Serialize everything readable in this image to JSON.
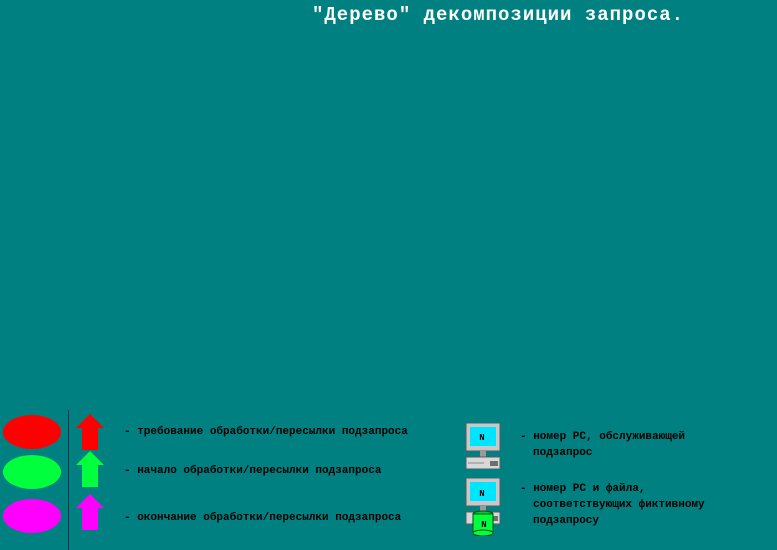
{
  "title": "\"Дерево\" декомпозиции запроса.",
  "legend": {
    "items": [
      {
        "text": "- требование обработки/пересылки подзапроса",
        "color": "#ff0000"
      },
      {
        "text": "- начало обработки/пересылки подзапроса",
        "color": "#00ff3c"
      },
      {
        "text": "- окончание обработки/пересылки подзапроса",
        "color": "#ff00ff"
      }
    ],
    "pc_items": [
      {
        "line1": "- номер РС, обслуживающей",
        "line2": "подзапрос",
        "line3": ""
      },
      {
        "line1": "- номер РС и файла,",
        "line2": "соответствующих фиктивному",
        "line3": "подзапросу"
      }
    ],
    "pc_label": "N"
  },
  "icons": {
    "state_shape": "ellipse",
    "state_arrow": "up-arrow-icon",
    "pc": "computer-icon",
    "file": "cylinder-file-icon"
  }
}
